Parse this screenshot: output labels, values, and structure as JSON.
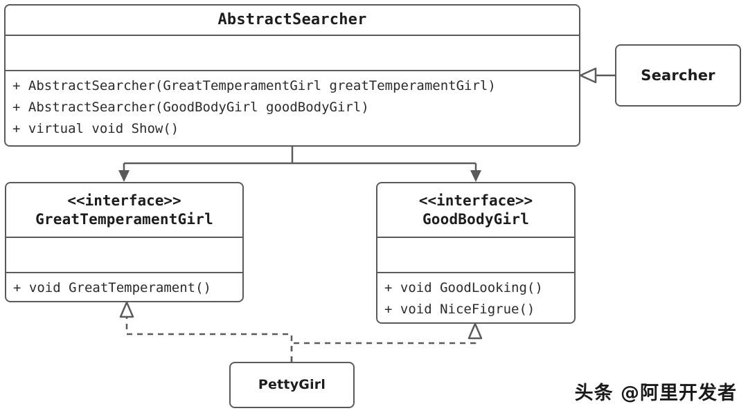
{
  "diagram": {
    "type": "uml-class-diagram",
    "title": "AbstractSearcher class diagram",
    "colors": {
      "background": "#ffffff",
      "box_border": "#5a5a5a",
      "box_fill": "#ffffff",
      "text": "#1d1d1d",
      "member_text": "#2b2b2b",
      "connector": "#5a5a5a"
    }
  },
  "classes": {
    "abstract_searcher": {
      "name": "AbstractSearcher",
      "stereotype": "",
      "attributes": [],
      "methods": [
        "+ AbstractSearcher(GreatTemperamentGirl greatTemperamentGirl)",
        "+ AbstractSearcher(GoodBodyGirl goodBodyGirl)",
        "+ virtual void Show()"
      ]
    },
    "searcher": {
      "name": "Searcher",
      "stereotype": "",
      "attributes": [],
      "methods": []
    },
    "great_temperament_girl": {
      "name": "GreatTemperamentGirl",
      "stereotype": "<<interface>>",
      "attributes": [],
      "methods": [
        "+ void GreatTemperament()"
      ]
    },
    "good_body_girl": {
      "name": "GoodBodyGirl",
      "stereotype": "<<interface>>",
      "attributes": [],
      "methods": [
        "+ void GoodLooking()",
        "+ void NiceFigrue()"
      ]
    },
    "petty_girl": {
      "name": "PettyGirl",
      "stereotype": "",
      "attributes": [],
      "methods": []
    }
  },
  "relationships": [
    {
      "id": "searcher-inherits-abstract-searcher",
      "from": "Searcher",
      "to": "AbstractSearcher",
      "kind": "generalization",
      "line": "solid",
      "arrowhead": "hollow-triangle"
    },
    {
      "id": "abstract-searcher-uses-great-temperament-girl",
      "from": "AbstractSearcher",
      "to": "GreatTemperamentGirl",
      "kind": "association",
      "line": "solid",
      "arrowhead": "open-arrow"
    },
    {
      "id": "abstract-searcher-uses-good-body-girl",
      "from": "AbstractSearcher",
      "to": "GoodBodyGirl",
      "kind": "association",
      "line": "solid",
      "arrowhead": "open-arrow"
    },
    {
      "id": "petty-girl-realizes-great-temperament-girl",
      "from": "PettyGirl",
      "to": "GreatTemperamentGirl",
      "kind": "realization",
      "line": "dashed",
      "arrowhead": "hollow-triangle"
    },
    {
      "id": "petty-girl-realizes-good-body-girl",
      "from": "PettyGirl",
      "to": "GoodBodyGirl",
      "kind": "realization",
      "line": "dashed",
      "arrowhead": "hollow-triangle"
    }
  ],
  "watermark": {
    "text": "头条 @阿里开发者"
  }
}
